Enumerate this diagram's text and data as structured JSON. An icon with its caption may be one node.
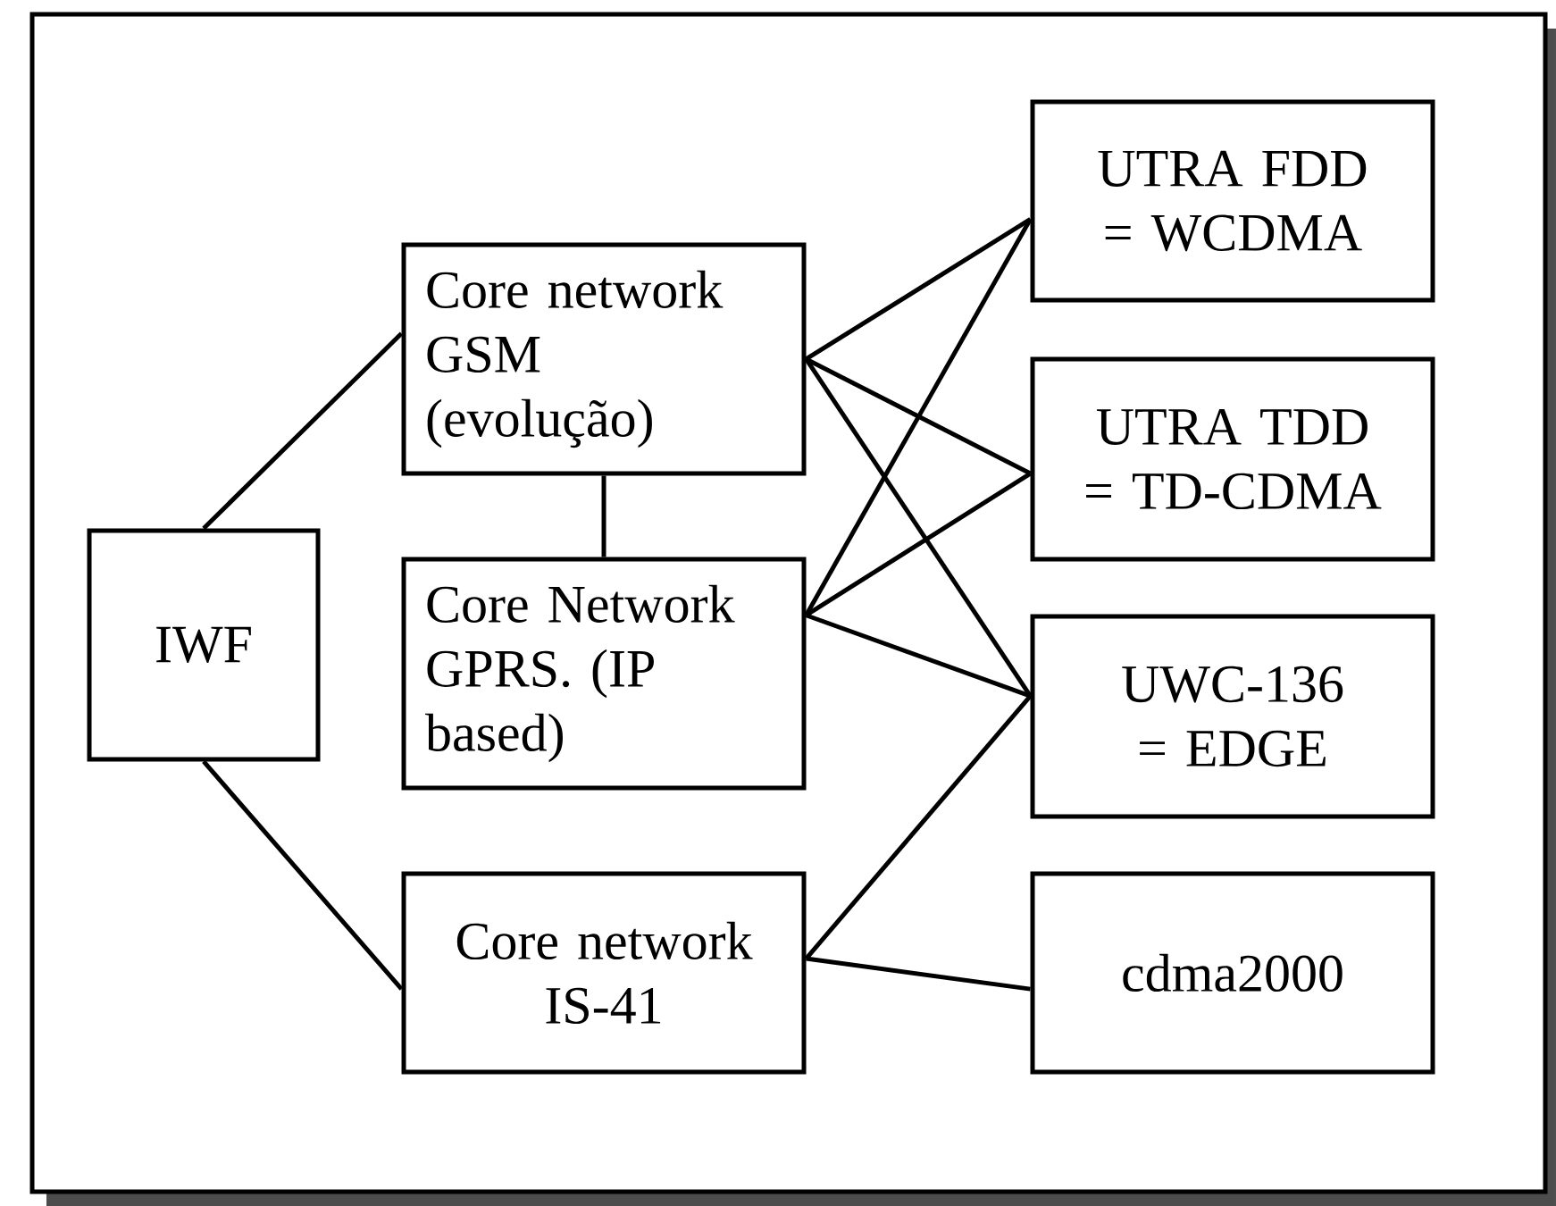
{
  "diagram": {
    "nodes": [
      {
        "text": [
          "IWF"
        ]
      },
      {
        "text": [
          "Core network GSM (evolução)"
        ]
      },
      {
        "text": [
          "Core Network GPRS. (IP based)"
        ]
      },
      {
        "text": [
          "Core network IS-41"
        ]
      },
      {
        "text": [
          "UTRA FDD = WCDMA"
        ]
      },
      {
        "text": [
          "UTRA TDD = TD-CDMA"
        ]
      },
      {
        "text": [
          "UWC-136 = EDGE"
        ]
      },
      {
        "text": [
          "cdma2000"
        ]
      }
    ],
    "edges": [
      {
        "from": 0,
        "to": 1,
        "arrow": "none"
      },
      {
        "from": 0,
        "to": 3,
        "arrow": "none"
      },
      {
        "from": 1,
        "to": 2,
        "arrow": "none"
      },
      {
        "from": 1,
        "to": 4,
        "arrow": "none"
      },
      {
        "from": 1,
        "to": 5,
        "arrow": "none"
      },
      {
        "from": 1,
        "to": 6,
        "arrow": "none"
      },
      {
        "from": 2,
        "to": 4,
        "arrow": "none"
      },
      {
        "from": 2,
        "to": 5,
        "arrow": "none"
      },
      {
        "from": 2,
        "to": 6,
        "arrow": "none"
      },
      {
        "from": 3,
        "to": 6,
        "arrow": "none"
      },
      {
        "from": 3,
        "to": 7,
        "arrow": "none"
      }
    ]
  }
}
